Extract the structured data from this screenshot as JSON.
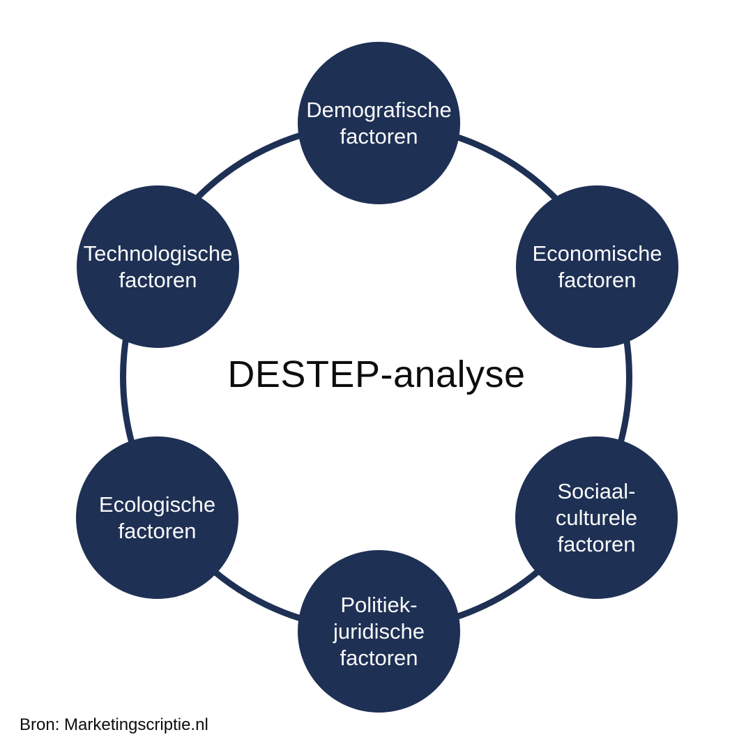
{
  "diagram": {
    "title": "DESTEP-analyse",
    "source": "Bron: Marketingscriptie.nl",
    "colors": {
      "circle": "#1e3054",
      "ring": "#1e3054",
      "label": "#fafafa",
      "title_text": "#0d0d0d"
    },
    "nodes": [
      {
        "id": "demografische-factoren",
        "label": "Demografische\nfactoren"
      },
      {
        "id": "economische-factoren",
        "label": "Economische\nfactoren"
      },
      {
        "id": "sociaal-culturele-factoren",
        "label": "Sociaal-\nculturele\nfactoren"
      },
      {
        "id": "politiek-juridische-factoren",
        "label": "Politiek-\njuridische\nfactoren"
      },
      {
        "id": "ecologische-factoren",
        "label": "Ecologische\nfactoren"
      },
      {
        "id": "technologische-factoren",
        "label": "Technologische\nfactoren"
      }
    ]
  }
}
